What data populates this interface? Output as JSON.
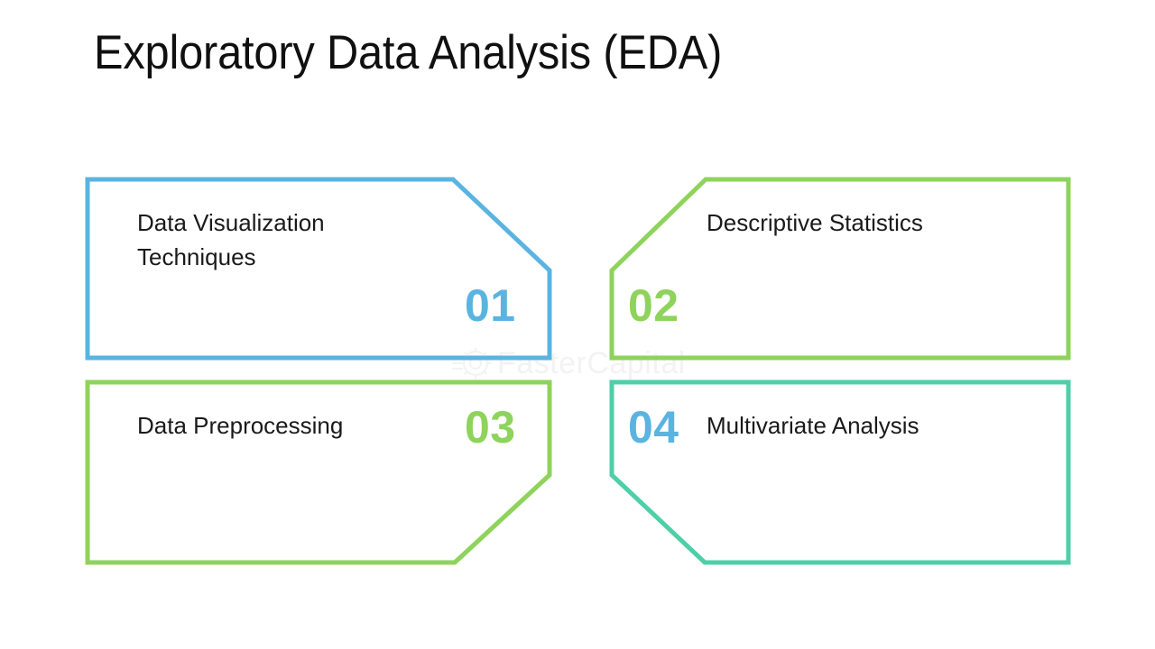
{
  "slide": {
    "title": "Exploratory Data Analysis (EDA)",
    "background_color": "#ffffff",
    "title_color": "#101010"
  },
  "colors": {
    "blue": "#5BB4E0",
    "green": "#8ED35C",
    "teal": "#4ECFA8",
    "text": "#1a1a1a",
    "watermark": "#d8d8d8"
  },
  "watermark": {
    "text": "FasterCapital",
    "icon": "gear-icon"
  },
  "cards": [
    {
      "number": "01",
      "label": "Data Visualization\nTechniques",
      "border_color": "#5BB4E0",
      "number_color": "#5BB4E0",
      "notch_corner": "top-right",
      "number_position": "bottom-right",
      "label_position": "top-left"
    },
    {
      "number": "02",
      "label": "Descriptive Statistics",
      "border_color": "#8ED35C",
      "number_color": "#8ED35C",
      "notch_corner": "top-left",
      "number_position": "bottom-left",
      "label_position": "top-right"
    },
    {
      "number": "03",
      "label": "Data Preprocessing",
      "border_color": "#8ED35C",
      "number_color": "#8ED35C",
      "notch_corner": "bottom-right",
      "number_position": "top-right",
      "label_position": "top-left"
    },
    {
      "number": "04",
      "label": "Multivariate Analysis",
      "border_color": "#4ECFA8",
      "number_color": "#5BB4E0",
      "notch_corner": "bottom-left",
      "number_position": "top-left",
      "label_position": "top-right"
    }
  ]
}
